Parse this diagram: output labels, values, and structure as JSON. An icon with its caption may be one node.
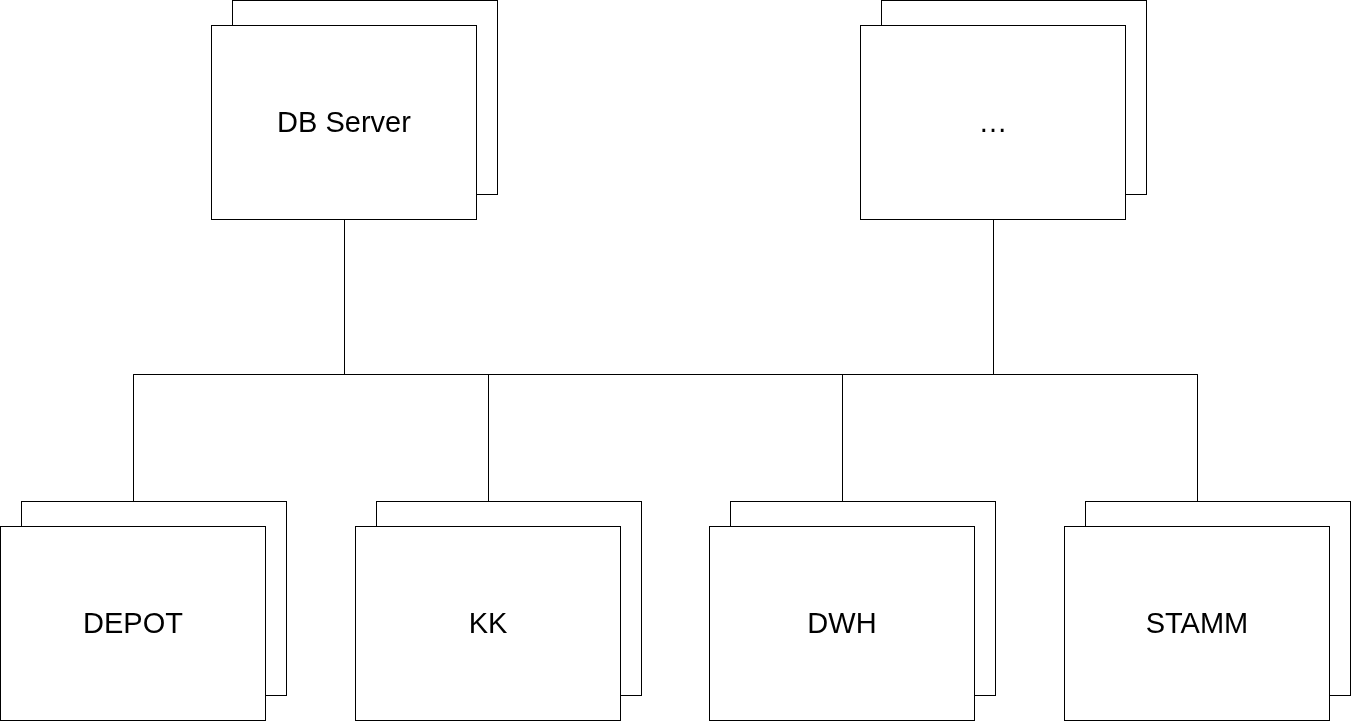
{
  "diagram": {
    "nodes": [
      {
        "text": [
          "DB Server"
        ]
      },
      {
        "text": [
          "…"
        ]
      },
      {
        "text": [
          "DEPOT"
        ]
      },
      {
        "text": [
          "KK"
        ]
      },
      {
        "text": [
          "DWH"
        ]
      },
      {
        "text": [
          "STAMM"
        ]
      }
    ],
    "edges": [
      {
        "from": 0,
        "to": 2,
        "arrow": "none"
      },
      {
        "from": 0,
        "to": 3,
        "arrow": "none"
      },
      {
        "from": 0,
        "to": 4,
        "arrow": "none"
      },
      {
        "from": 0,
        "to": 5,
        "arrow": "none"
      },
      {
        "from": 1,
        "to": 2,
        "arrow": "none"
      },
      {
        "from": 1,
        "to": 3,
        "arrow": "none"
      },
      {
        "from": 1,
        "to": 4,
        "arrow": "none"
      },
      {
        "from": 1,
        "to": 5,
        "arrow": "none"
      }
    ]
  }
}
